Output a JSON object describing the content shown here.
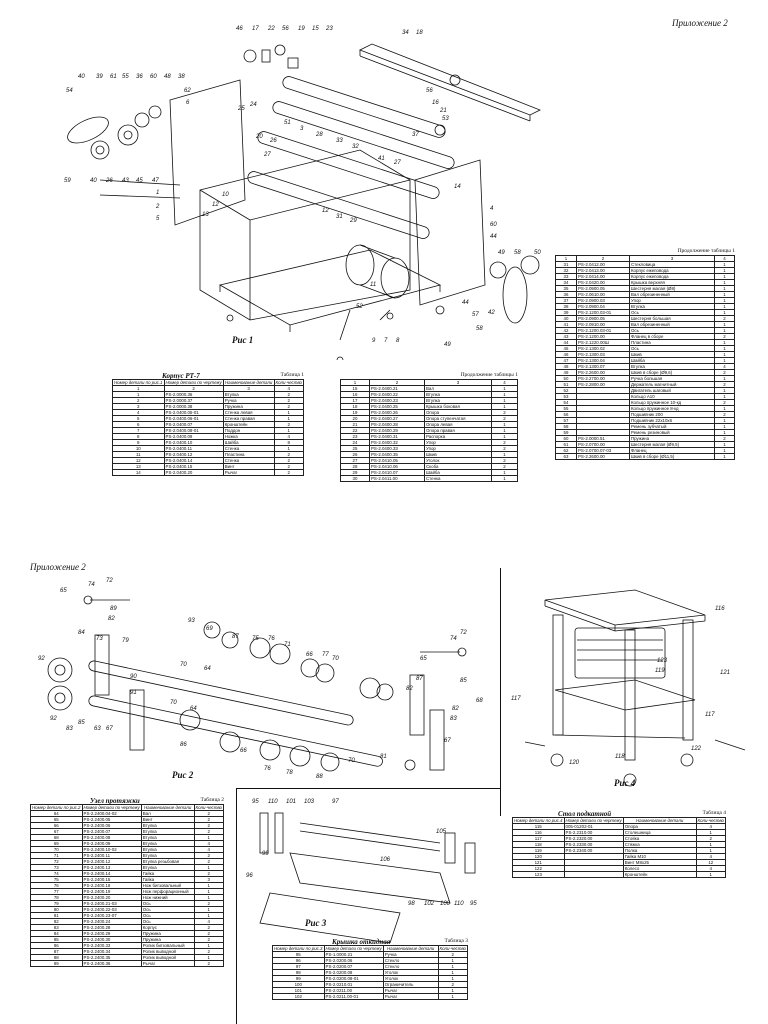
{
  "appendix_label": "Приложение 2",
  "figures": {
    "fig1": "Рис 1",
    "fig2": "Рис 2",
    "fig3": "Рис 3",
    "fig4": "Рис 4"
  },
  "callouts_fig1": [
    "46",
    "17",
    "22",
    "56",
    "19",
    "15",
    "23",
    "34",
    "18",
    "40",
    "39",
    "61",
    "55",
    "36",
    "60",
    "48",
    "38",
    "54",
    "62",
    "6",
    "25",
    "24",
    "51",
    "3",
    "28",
    "33",
    "32",
    "56",
    "16",
    "21",
    "53",
    "37",
    "59",
    "40",
    "26",
    "43",
    "45",
    "47",
    "20",
    "27",
    "14",
    "4",
    "60",
    "44",
    "41",
    "52",
    "42",
    "1",
    "2",
    "5",
    "10",
    "12",
    "31",
    "29",
    "13",
    "11",
    "57",
    "58",
    "49",
    "9",
    "7",
    "8",
    "50"
  ],
  "callouts_fig2": [
    "65",
    "74",
    "72",
    "89",
    "82",
    "84",
    "73",
    "79",
    "93",
    "69",
    "87",
    "75",
    "76",
    "71",
    "66",
    "77",
    "70",
    "92",
    "78",
    "64",
    "90",
    "91",
    "70",
    "64",
    "85",
    "63",
    "67",
    "83",
    "83",
    "86",
    "80",
    "86",
    "66",
    "76",
    "78",
    "88",
    "70",
    "81",
    "82",
    "87",
    "85",
    "67",
    "68"
  ],
  "callouts_fig3": [
    "95",
    "110",
    "101",
    "103",
    "97",
    "105",
    "99",
    "96",
    "106",
    "98",
    "102",
    "100",
    "110",
    "95"
  ],
  "callouts_fig4": [
    "116",
    "123",
    "119",
    "121",
    "117",
    "117",
    "118",
    "120",
    "122"
  ],
  "table1": {
    "title": "Корпус РТ-7",
    "caption": "Таблица 1",
    "headers": [
      "Номер детали по рис.1",
      "Номер детали по чертежу",
      "Наименование детали",
      "Коли-чество"
    ],
    "index_row": [
      "1",
      "2",
      "3",
      "4"
    ],
    "rows": [
      [
        "1",
        "PS-2.0000.36",
        "Втулка",
        "2"
      ],
      [
        "2",
        "PS-2.0000.37",
        "Ручка",
        "2"
      ],
      [
        "3",
        "PS-2.0000.38",
        "Пружина",
        "2"
      ],
      [
        "4",
        "PS-2.0400.05-01",
        "Стенка левая",
        "1"
      ],
      [
        "5",
        "PS-2.0400.06-01",
        "Стенка правая",
        "1"
      ],
      [
        "6",
        "PS-2.0400.07",
        "Кронштейн",
        "2"
      ],
      [
        "7",
        "PS-2.0400.08-01",
        "Поддон",
        "1"
      ],
      [
        "8",
        "PS-2.0400.09",
        "Ножка",
        "4"
      ],
      [
        "9",
        "PS-2.0400.10",
        "Шайба",
        "8"
      ],
      [
        "10",
        "PS-2.0400.11",
        "Стенка",
        "1"
      ],
      [
        "11",
        "PS-2.0400.12",
        "Пластина",
        "2"
      ],
      [
        "12",
        "PS-2.0400.14",
        "Стенка",
        "2"
      ],
      [
        "13",
        "PS-2.0400.15",
        "Винт",
        "2"
      ],
      [
        "14",
        "PS-2.0400.20",
        "Рычаг",
        "2"
      ]
    ]
  },
  "table1b": {
    "caption": "Продолжение таблицы 1",
    "index_row": [
      "1",
      "2",
      "3",
      "4"
    ],
    "rows": [
      [
        "15",
        "PS-2.0400.21",
        "Вал",
        "1"
      ],
      [
        "16",
        "PS-2.0400.22",
        "Втулка",
        "1"
      ],
      [
        "17",
        "PS-2.0400.23",
        "Втулка",
        "1"
      ],
      [
        "18",
        "PS-2.0400.25",
        "Крышка боковая",
        "1"
      ],
      [
        "19",
        "PS-2.0400.26",
        "Опора",
        "2"
      ],
      [
        "20",
        "PS-2.0400.27",
        "Опора ступенчатая",
        "2"
      ],
      [
        "21",
        "PS-2.0400.28",
        "Опора левая",
        "1"
      ],
      [
        "22",
        "PS-2.0400.29",
        "Опора правая",
        "1"
      ],
      [
        "23",
        "PS-2.0400.31",
        "Распорка",
        "1"
      ],
      [
        "24",
        "PS-2.0400.32",
        "Упор",
        "2"
      ],
      [
        "25",
        "PS-2.0400.33",
        "Упор",
        "2"
      ],
      [
        "26",
        "PS-2.0400.35",
        "Шкив",
        "1"
      ],
      [
        "27",
        "PS-2.0410.05",
        "Уголок",
        "2"
      ],
      [
        "28",
        "PS-2.0410.06",
        "Скоба",
        "2"
      ],
      [
        "29",
        "PS-2.0410.07",
        "Шайба",
        "1"
      ],
      [
        "30",
        "PS-2.0411.00",
        "Стенка",
        "1"
      ]
    ]
  },
  "table1c": {
    "caption": "Продолжение таблицы 1",
    "index_row": [
      "1",
      "2",
      "3",
      "4"
    ],
    "rows": [
      [
        "31",
        "PS-2.0412.00",
        "Стекловица",
        "1"
      ],
      [
        "32",
        "PS-2.0413.00",
        "Корпус ежеповода",
        "1"
      ],
      [
        "33",
        "PS-2.0414.00",
        "Корпус ежеповода",
        "1"
      ],
      [
        "34",
        "PS-2.0420.00",
        "Крышка верхняя",
        "1"
      ],
      [
        "35",
        "PS-2.0900.05",
        "Шестерня малая (Ø8)",
        "1"
      ],
      [
        "36",
        "PS-2.0610.00",
        "Вал обрезиненный",
        "1"
      ],
      [
        "37",
        "PS-2.0900.03",
        "Упор",
        "1"
      ],
      [
        "38",
        "PS-2.0900.04",
        "Втулка",
        "1"
      ],
      [
        "39",
        "PS-2.1200.03-01",
        "Ось",
        "1"
      ],
      [
        "40",
        "PS-2.0900.05",
        "Шестерня большая",
        "2"
      ],
      [
        "41",
        "PS-2.0910.00",
        "Вал обрезиненный",
        "1"
      ],
      [
        "42",
        "PS-2.1200.03-01",
        "Ось",
        "1"
      ],
      [
        "43",
        "PS-2.1200.00",
        "Фланец в сборе",
        "2"
      ],
      [
        "44",
        "PS-2.1220.00Ш",
        "Пластина",
        "1"
      ],
      [
        "45",
        "PS-2.1300.02",
        "Ось",
        "1"
      ],
      [
        "46",
        "PS-2.1300.03",
        "Шкив",
        "1"
      ],
      [
        "47",
        "PS-2.1300.04",
        "Шайба",
        "1"
      ],
      [
        "48",
        "PS-2.1300.07",
        "Втулка",
        "4"
      ],
      [
        "49",
        "PS-2.2600.00",
        "Шкив в сборе (Ø9,6)",
        "2"
      ],
      [
        "50",
        "PS-2.2700.00",
        "Ручка большая",
        "1"
      ],
      [
        "51",
        "PS-2.2800.00",
        "Держатель магнитный",
        "2"
      ],
      [
        "52",
        "",
        "Двигатель шаговый",
        "1"
      ],
      [
        "53",
        "",
        "Кольцо А10",
        "1"
      ],
      [
        "54",
        "",
        "Кольцо пружинное 10-кд",
        "2"
      ],
      [
        "55",
        "",
        "Кольцо пружинное 8-кд",
        "1"
      ],
      [
        "56",
        "",
        "Подшипник 200",
        "2"
      ],
      [
        "57",
        "",
        "Подшипник 22х10х6",
        "1"
      ],
      [
        "58",
        "",
        "Ремень зубчатый",
        "1"
      ],
      [
        "59",
        "",
        "Ремень резиновый",
        "1"
      ],
      [
        "60",
        "PS-2.0000.51",
        "Пружина",
        "2"
      ],
      [
        "61",
        "PS-2.0700.00",
        "Шестерня малая (Ø9,5)",
        "1"
      ],
      [
        "62",
        "PS-2.0700.07-03",
        "Фланец",
        "1"
      ],
      [
        "63",
        "PS-2.2600.00",
        "Шкив в сборе (Ø11,5)",
        "1"
      ]
    ]
  },
  "table2": {
    "title": "Узел протяжки",
    "caption": "Таблица 2",
    "headers": [
      "Номер детали по рис.2",
      "Номер детали по чертежу",
      "Наименование детали",
      "Коли-чество"
    ],
    "rows": [
      [
        "64",
        "PS-2.2400.04-02",
        "Вал",
        "2"
      ],
      [
        "65",
        "PS-2.2400.05",
        "Винт",
        "2"
      ],
      [
        "66",
        "PS-2.2400.06",
        "Втулка",
        "2"
      ],
      [
        "67",
        "PS-2.2400.07",
        "Втулка",
        "2"
      ],
      [
        "68",
        "PS-2.2400.08",
        "Втулка",
        "1"
      ],
      [
        "69",
        "PS-2.2400.09",
        "Втулка",
        "4"
      ],
      [
        "70",
        "PS-2.2400.10-02",
        "Втулка",
        "4"
      ],
      [
        "71",
        "PS-2.2400.11",
        "Втулка",
        "2"
      ],
      [
        "72",
        "PS-2.2400.12",
        "Втулка резьбовая",
        "2"
      ],
      [
        "73",
        "PS-2.2400.13",
        "Втулка",
        "1"
      ],
      [
        "74",
        "PS-2.2400.14",
        "Гайка",
        "2"
      ],
      [
        "75",
        "PS-2.2400.15",
        "Гайка",
        "3"
      ],
      [
        "76",
        "PS-2.2400.18",
        "Нож бигзовальный",
        "1"
      ],
      [
        "77",
        "PS-2.2400.19",
        "Нож перфорационный",
        "1"
      ],
      [
        "78",
        "PS-2.2400.20",
        "Нож нижний",
        "1"
      ],
      [
        "79",
        "PS-2.2400.21-03",
        "Ось",
        "2"
      ],
      [
        "80",
        "PS-2.2400.22-03",
        "Ось",
        "1"
      ],
      [
        "81",
        "PS-2.2400.23-07",
        "Ось",
        "1"
      ],
      [
        "82",
        "PS-2.2400.24",
        "Ось",
        "4"
      ],
      [
        "83",
        "PS-2.2400.28",
        "Корпус",
        "2"
      ],
      [
        "84",
        "PS-2.2400.29",
        "Пружина",
        "2"
      ],
      [
        "85",
        "PS-2.2400.30",
        "Пружина",
        "2"
      ],
      [
        "86",
        "PS-2.2400.33",
        "Ролик бигзовальный",
        "1"
      ],
      [
        "87",
        "PS-2.2400.34",
        "Ролик выводной",
        "2"
      ],
      [
        "88",
        "PS-2.2400.35",
        "Ролик выводной",
        "1"
      ],
      [
        "89",
        "PS-2.2400.36",
        "Рычаг",
        "2"
      ]
    ]
  },
  "table3": {
    "title": "Крышка откидная",
    "caption": "Таблица 3",
    "headers": [
      "Номер детали по рис.3",
      "Номер детали по чертежу",
      "Наименование детали",
      "Коли-чество"
    ],
    "rows": [
      [
        "95",
        "PS-1.0000.21",
        "Ручка",
        "2"
      ],
      [
        "96",
        "PS-2.0200.06",
        "Стекло",
        "1"
      ],
      [
        "97",
        "PS-2.0200.07",
        "Стекло",
        "1"
      ],
      [
        "98",
        "PS-2.0200.08",
        "Уголок",
        "1"
      ],
      [
        "99",
        "PS-2.0200.08-01",
        "Уголок",
        "1"
      ],
      [
        "100",
        "PS-2.0210.01",
        "Ограничитель",
        "2"
      ],
      [
        "101",
        "PS-2.0211.00",
        "Рычаг",
        "1"
      ],
      [
        "102",
        "PS-2.0211.00-01",
        "Рычаг",
        "1"
      ]
    ]
  },
  "table4": {
    "title": "Стол подкатной",
    "caption": "Таблица 4",
    "headers": [
      "Номер детали по рис.4",
      "Номер детали по чертежу",
      "Наименование детали",
      "Коли-чество"
    ],
    "rows": [
      [
        "115",
        "005-01202-01",
        "Опора",
        "4"
      ],
      [
        "116",
        "PS-2.2310.00",
        "Столешница",
        "1"
      ],
      [
        "117",
        "PS-2.2320.00",
        "Стойка",
        "2"
      ],
      [
        "118",
        "PS-2.2330.00",
        "Стяжка",
        "1"
      ],
      [
        "119",
        "PS-2.2340.00",
        "Полка",
        "1"
      ],
      [
        "120",
        "",
        "Гайка М10",
        "4"
      ],
      [
        "121",
        "",
        "Винт М8х25",
        "12"
      ],
      [
        "122",
        "",
        "Колесо",
        "4"
      ],
      [
        "123",
        "",
        "Кронштейн",
        "1"
      ]
    ]
  }
}
